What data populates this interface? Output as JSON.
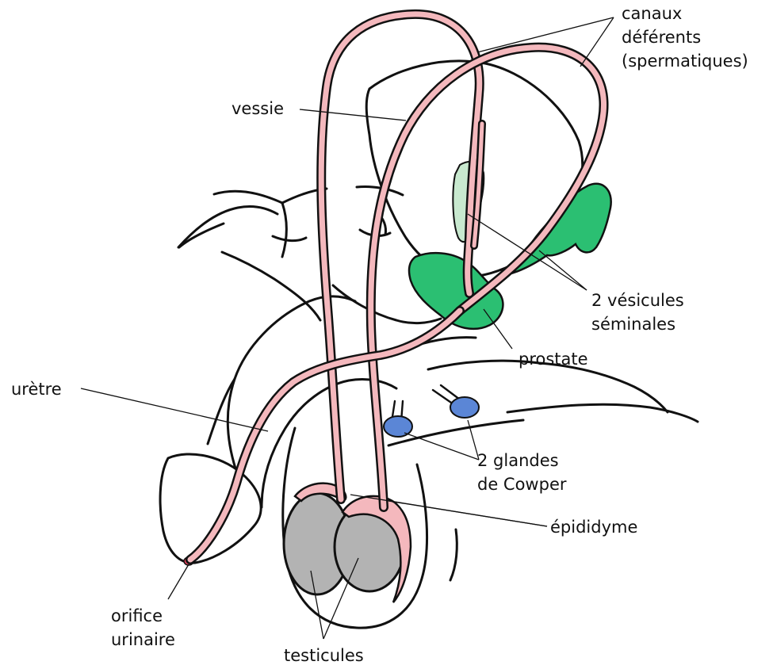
{
  "labels": {
    "canaux_deferents": [
      "canaux",
      "déférents",
      "(spermatiques)"
    ],
    "vessie": "vessie",
    "vesicules_seminales": [
      "2 vésicules",
      "séminales"
    ],
    "prostate": "prostate",
    "uretre": "urètre",
    "glandes_cowper": [
      "2 glandes",
      "de Cowper"
    ],
    "epididyme": "épididyme",
    "orifice_urinaire": [
      "orifice",
      "urinaire"
    ],
    "testicules": "testicules"
  },
  "colors": {
    "outline": "#111111",
    "canal_pink": "#f4b8bd",
    "vesicule_light_green": "#c8e9cf",
    "vesicule_green": "#2bbf72",
    "cowper_blue": "#5b86d6",
    "testicule_gray": "#b3b3b3",
    "orifice_red": "#e0405a"
  }
}
